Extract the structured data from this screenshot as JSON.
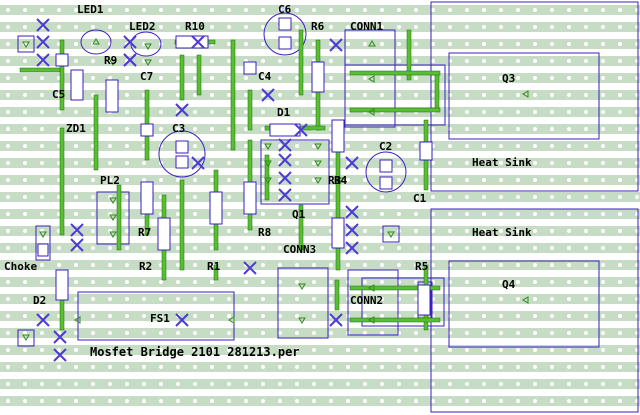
{
  "board": {
    "title": "Mosfet Bridge 2101 281213.per",
    "strip_color": "#c7dcc4",
    "hole_color": "#ffffff",
    "outline_color": "#3a1fc2",
    "link_color": "#58c030",
    "link_edge": "#1d6a10",
    "cut_color": "#4b3ad6",
    "marker_color": "#2e8a18"
  },
  "labels": {
    "led1": "LED1",
    "led2": "LED2",
    "r10": "R10",
    "c6": "C6",
    "r6": "R6",
    "conn1": "CONN1",
    "r9": "R9",
    "c7": "C7",
    "c4": "C4",
    "c5": "C5",
    "q3": "Q3",
    "zd1": "ZD1",
    "c3": "C3",
    "d1": "D1",
    "c2": "C2",
    "heat_sink_top": "Heat Sink",
    "pl2": "PL2",
    "r3": "R3",
    "r4": "R4",
    "c1": "C1",
    "q1": "Q1",
    "r7": "R7",
    "r8": "R8",
    "heat_sink_bottom": "Heat Sink",
    "conn3": "CONN3",
    "choke": "Choke",
    "r2": "R2",
    "r1": "R1",
    "r5": "R5",
    "q4": "Q4",
    "d2": "D2",
    "conn2": "CONN2",
    "fs1": "FS1"
  }
}
